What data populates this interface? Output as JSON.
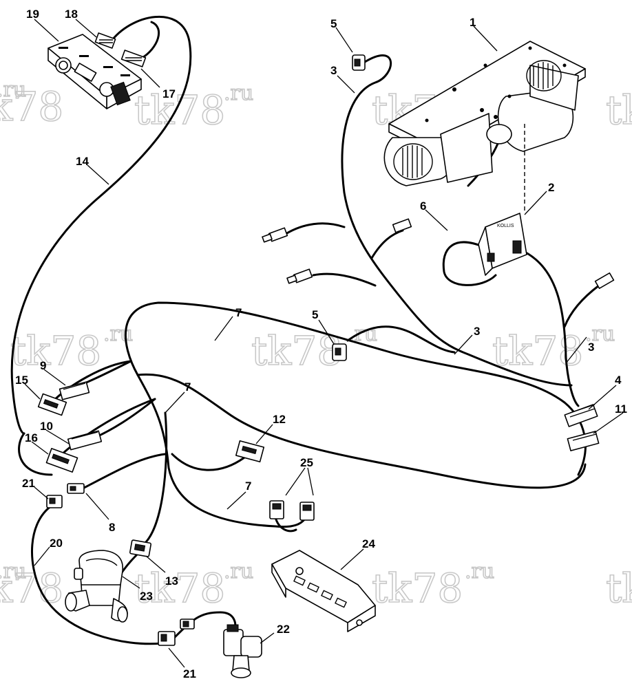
{
  "watermark": {
    "main": "tk78",
    "suffix": ".ru"
  },
  "callouts": {
    "c1": "1",
    "c2": "2",
    "c3a": "3",
    "c3b": "3",
    "c3c": "3",
    "c4": "4",
    "c5a": "5",
    "c5b": "5",
    "c6": "6",
    "c7a": "7",
    "c7b": "7",
    "c7c": "7",
    "c8": "8",
    "c9": "9",
    "c10": "10",
    "c11": "11",
    "c12": "12",
    "c13": "13",
    "c14": "14",
    "c15": "15",
    "c16": "16",
    "c17": "17",
    "c18": "18",
    "c19": "19",
    "c20": "20",
    "c21a": "21",
    "c21b": "21",
    "c22": "22",
    "c23": "23",
    "c24": "24",
    "c25": "25"
  }
}
